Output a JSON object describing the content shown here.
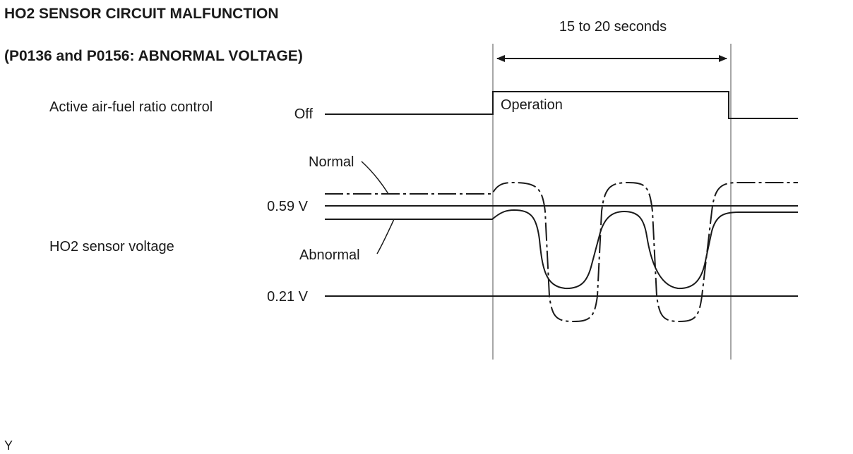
{
  "title_line1": "HO2 SENSOR CIRCUIT MALFUNCTION",
  "title_line2": "(P0136 and P0156: ABNORMAL VOLTAGE)",
  "duration_label": "15 to 20 seconds",
  "control_label": "Active air-fuel ratio control",
  "off_label": "Off",
  "operation_label": "Operation",
  "normal_label": "Normal",
  "abnormal_label": "Abnormal",
  "voltage_high_label": "0.59 V",
  "voltage_low_label": "0.21 V",
  "sensor_label": "HO2 sensor voltage",
  "footer_code": "Y"
}
